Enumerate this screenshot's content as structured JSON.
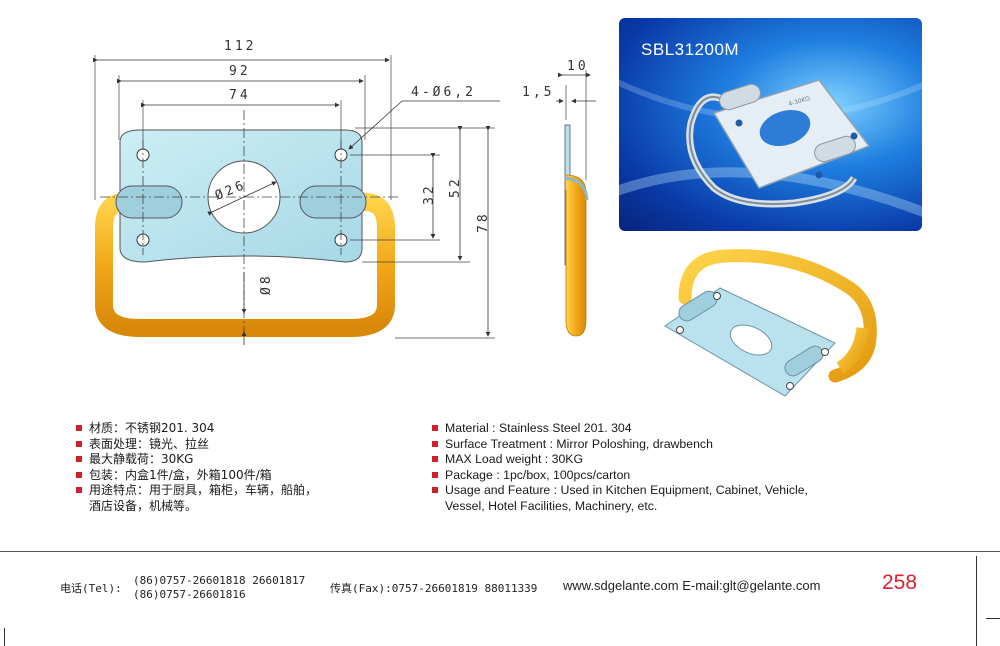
{
  "drawing": {
    "dim_112": "112",
    "dim_92": "92",
    "dim_74": "74",
    "dim_holes": "4-Ø6,2",
    "dim_26": "Ø26",
    "dim_32": "32",
    "dim_52": "52",
    "dim_78": "78",
    "dim_8": "Ø8",
    "dim_10": "10",
    "dim_1_5": "1,5"
  },
  "photo": {
    "model": "SBL31200M",
    "stamp": "4-30KG"
  },
  "specs_cn": [
    "材质：不锈钢201. 304",
    "表面处理：镜光、拉丝",
    "最大静载荷：30KG",
    "包装：内盒1件/盒，外箱100件/箱",
    "用途特点：用于厨具，箱柜，车辆，船舶，"
  ],
  "specs_cn_cont": "酒店设备，机械等。",
  "specs_en": [
    "Material : Stainless Steel 201. 304",
    "Surface Treatment : Mirror Poloshing, drawbench",
    "MAX Load weight : 30KG",
    "Package : 1pc/box,  100pcs/carton",
    "Usage and Feature : Used in Kitchen Equipment, Cabinet, Vehicle,"
  ],
  "specs_en_cont": "Vessel, Hotel Facilities, Machinery, etc.",
  "footer": {
    "tel_label": "电话(Tel):",
    "tel_line1": "(86)0757-26601818  26601817",
    "tel_line2": "(86)0757-26601816",
    "fax": "传真(Fax):0757-26601819 88011339",
    "web": "www.sdgelante.com  E-mail:glt@gelante.com",
    "page_number": "258"
  },
  "colors": {
    "plate": "#b8e3ee",
    "handle": "#f2b21b",
    "accent": "#d0202b",
    "page_number": "#e0202e"
  }
}
